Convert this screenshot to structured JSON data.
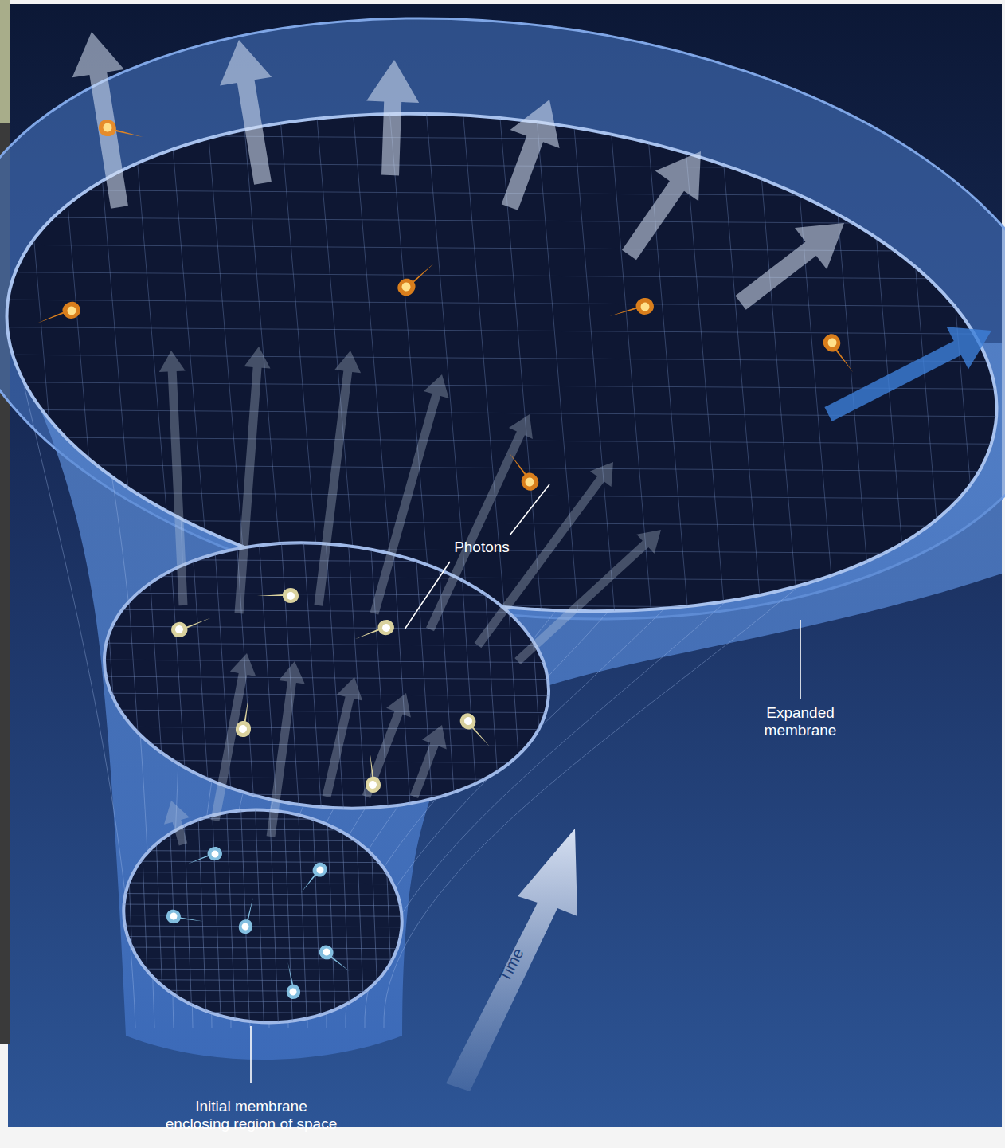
{
  "diagram": {
    "labels": [
      "Photons",
      "Expanded membrane",
      "Initial membrane enclosing region of space",
      "Time"
    ]
  }
}
